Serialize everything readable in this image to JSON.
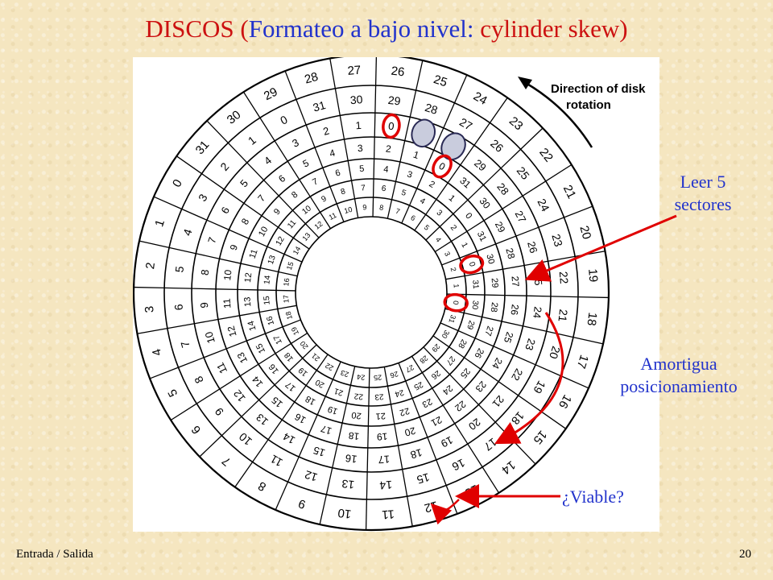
{
  "title": {
    "prefix": "DISCOS (",
    "middle": "Formateo a bajo nivel: ",
    "keyword": "cylinder skew",
    "suffix": ")"
  },
  "legend": {
    "line1": "Direction of disk",
    "line2": "rotation"
  },
  "callouts": {
    "read": [
      "Leer 5",
      "sectores"
    ],
    "damp": [
      "Amortigua",
      "posicionamiento"
    ],
    "viable": "¿Viable?"
  },
  "footer": {
    "left": "Entrada / Salida",
    "page": "20"
  },
  "disk": {
    "sectors_per_track": 32,
    "tracks": 7,
    "track_offsets": [
      14,
      11,
      8,
      6,
      4,
      2,
      0
    ],
    "direction": "counter-clockwise"
  },
  "colors": {
    "title_red": "#cc1111",
    "title_blue": "#2233cc",
    "callout_blue": "#2233cc",
    "marker_red": "#e00000",
    "highlight_fill": "#c9ccdd",
    "highlight_stroke": "#2a2a55"
  }
}
